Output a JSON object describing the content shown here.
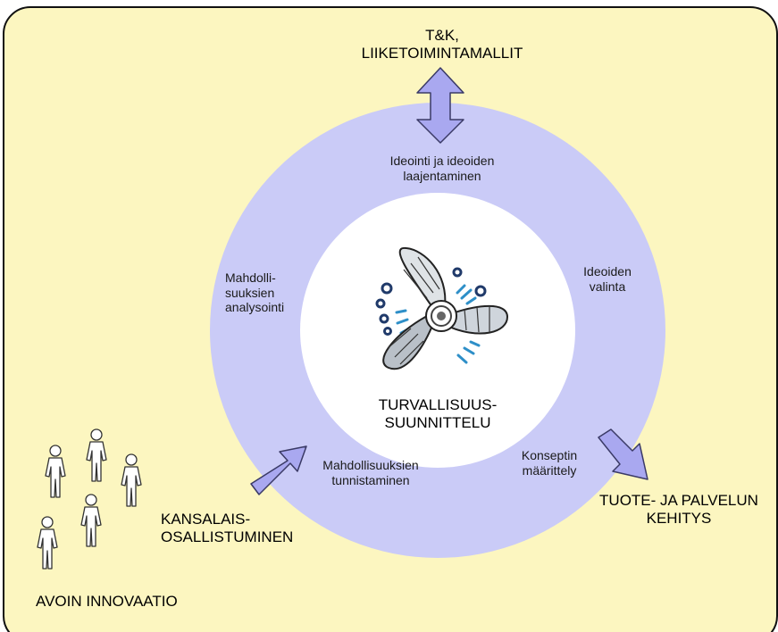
{
  "colors": {
    "background": "#fcf6c0",
    "frame": "#111111",
    "ring": "#cacbf7",
    "ring_inner": "#ffffff",
    "arrow_fill": "#a9a8f0",
    "arrow_stroke": "#3a3a66",
    "person": "#ffffff",
    "person_stroke": "#333333"
  },
  "labels": {
    "top_line1": "T&K,",
    "top_line2": "LIIKETOIMINTAMALLIT",
    "ring_top_line1": "Ideointi ja ideoiden",
    "ring_top_line2": "laajentaminen",
    "ring_right_line1": "Ideoiden",
    "ring_right_line2": "valinta",
    "ring_left_line1": "Mahdolli-",
    "ring_left_line2": "suuksien",
    "ring_left_line3": "analysointi",
    "center_line1": "TURVALLISUUS-",
    "center_line2": "SUUNNITTELU",
    "ring_bottom_line1": "Mahdollisuuksien",
    "ring_bottom_line2": "tunnistaminen",
    "ring_br_line1": "Konseptin",
    "ring_br_line2": "määrittely",
    "br_line1": "TUOTE- JA PALVELUN",
    "br_line2": "KEHITYS",
    "citizen_line1": "KANSALAIS-",
    "citizen_line2": "OSALLISTUMINEN",
    "open_innovation": "AVOIN INNOVAATIO"
  },
  "icons": {
    "center_graphic": "propeller-icon",
    "people": "person-icon"
  }
}
